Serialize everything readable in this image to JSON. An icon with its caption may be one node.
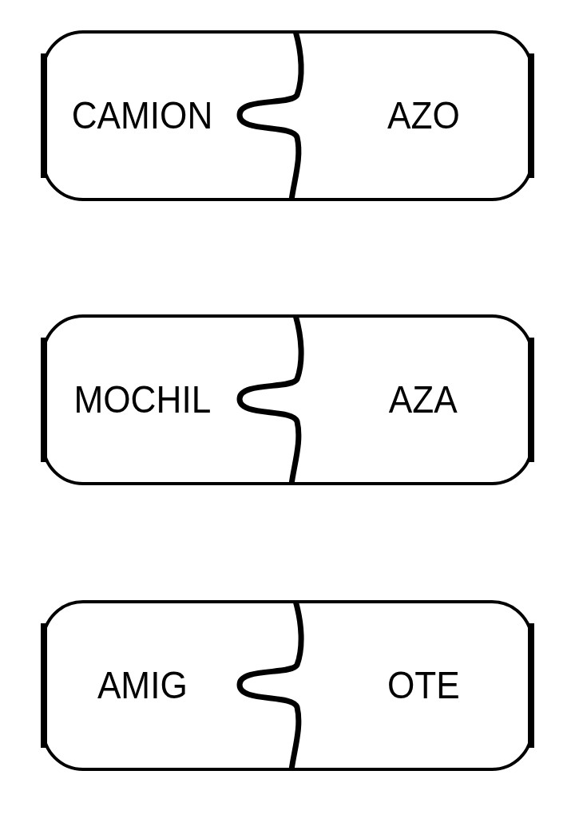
{
  "diagram": {
    "nodes": [
      {
        "text": [
          "CAMION"
        ]
      },
      {
        "text": [
          "AZO"
        ]
      },
      {
        "text": [
          "MOCHIL"
        ]
      },
      {
        "text": [
          "AZA"
        ]
      },
      {
        "text": [
          "AMIG"
        ]
      },
      {
        "text": [
          "OTE"
        ]
      }
    ]
  }
}
